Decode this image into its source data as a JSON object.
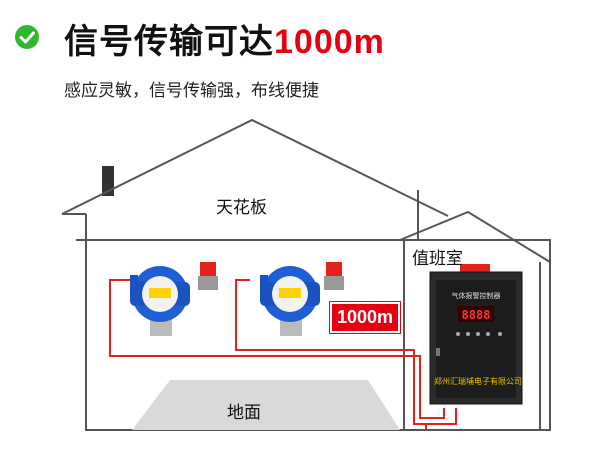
{
  "header": {
    "title_text": "信号传输可达",
    "title_distance": "1000m",
    "subtitle": "感应灵敏，信号传输强，布线便捷"
  },
  "scene": {
    "ceiling_label": "天花板",
    "floor_label": "地面",
    "duty_room_label": "值班室",
    "distance_badge": "1000m",
    "controller_title": "气体报警控制器",
    "controller_display": "8888",
    "controller_company": "郑州汇瑞埔电子有限公司"
  },
  "colors": {
    "accent_red": "#e60012",
    "check_green": "#2eb82e",
    "detector_blue": "#1f5fd6",
    "wire_red": "#e2231a"
  },
  "icons": [
    "check-icon",
    "gas-detector-icon",
    "alarm-beacon-icon",
    "controller-cabinet-icon"
  ]
}
